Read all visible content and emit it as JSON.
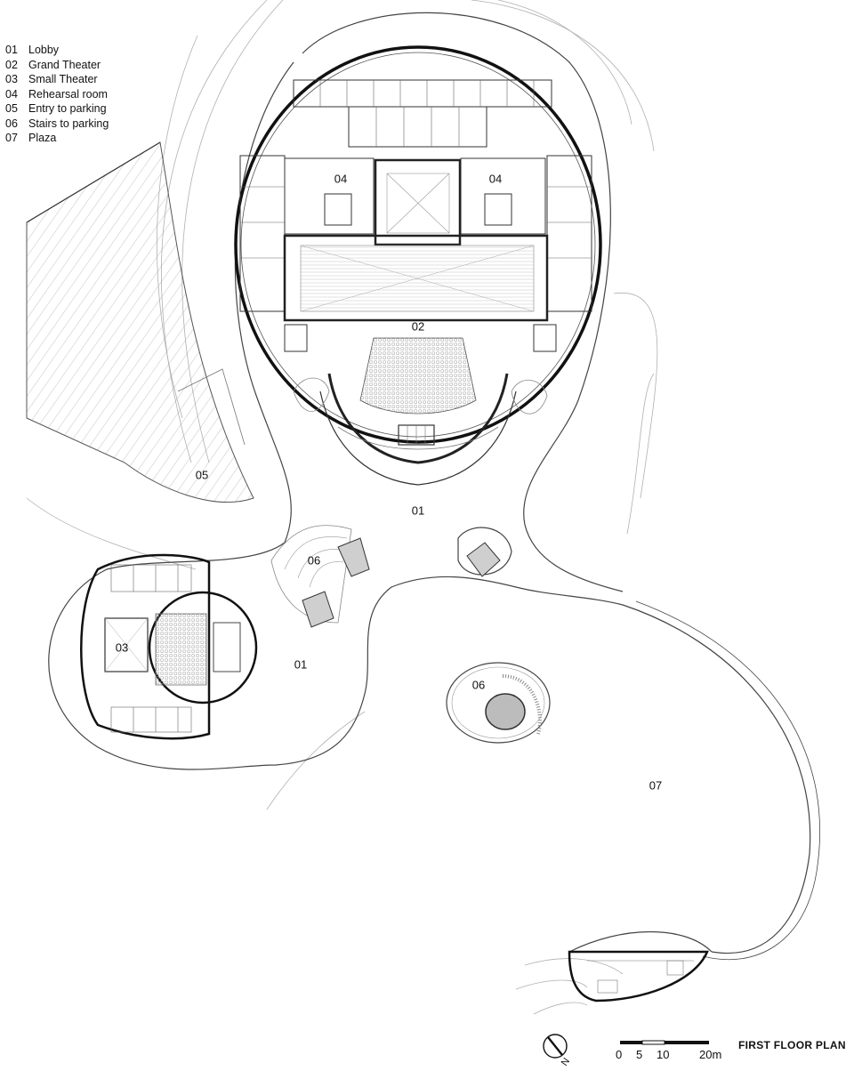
{
  "legend": [
    {
      "code": "01",
      "name": "Lobby"
    },
    {
      "code": "02",
      "name": "Grand Theater"
    },
    {
      "code": "03",
      "name": "Small Theater"
    },
    {
      "code": "04",
      "name": "Rehearsal room"
    },
    {
      "code": "05",
      "name": "Entry to parking"
    },
    {
      "code": "06",
      "name": "Stairs to parking"
    },
    {
      "code": "07",
      "name": "Plaza"
    }
  ],
  "labels": {
    "lobby_north": "01",
    "lobby_south": "01",
    "grand_theater": "02",
    "small_theater": "03",
    "rehearsal_west": "04",
    "rehearsal_east": "04",
    "parking_entry": "05",
    "stairs_west": "06",
    "stairs_east": "06",
    "plaza": "07"
  },
  "scale": {
    "ticks": [
      "0",
      "5",
      "10",
      "20m"
    ]
  },
  "compass": {
    "label": "N"
  },
  "title": "FIRST FLOOR PLAN"
}
